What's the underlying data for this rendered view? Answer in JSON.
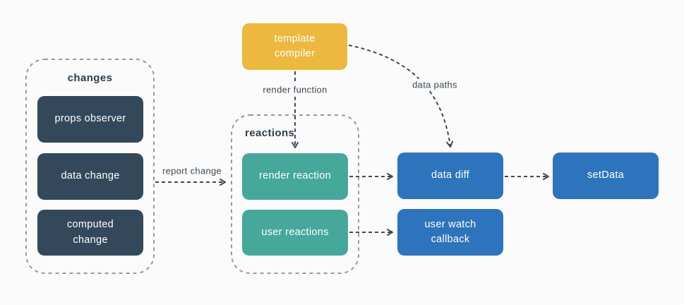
{
  "diagram": {
    "colors": {
      "background": "#FBFBFB",
      "yellow": "#ECB83D",
      "navy": "#33495B",
      "teal": "#46A89A",
      "blue": "#2E74BC",
      "group_border": "#9299A1",
      "connector": "#3E4A57"
    },
    "groups": {
      "changes": {
        "label": "changes"
      },
      "reactions": {
        "label": "reactions"
      }
    },
    "nodes": {
      "template_compiler": {
        "label": "template compiler",
        "color": "#ECB83D"
      },
      "props_observer": {
        "label": "props observer",
        "color": "#33495B"
      },
      "data_change": {
        "label": "data change",
        "color": "#33495B"
      },
      "computed_change": {
        "label": "computed change",
        "color": "#33495B"
      },
      "render_reaction": {
        "label": "render reaction",
        "color": "#46A89A"
      },
      "user_reactions": {
        "label": "user reactions",
        "color": "#46A89A"
      },
      "data_diff": {
        "label": "data diff",
        "color": "#2E74BC"
      },
      "set_data": {
        "label": "setData",
        "color": "#2E74BC"
      },
      "user_watch_callback": {
        "label": "user watch callback",
        "color": "#2E74BC"
      }
    },
    "edge_labels": {
      "render_function": "render function",
      "data_paths": "data paths",
      "report_change": "report change"
    }
  }
}
